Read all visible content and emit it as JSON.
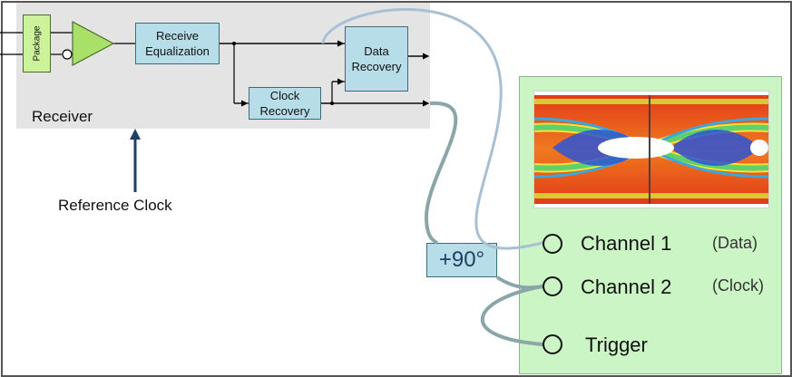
{
  "receiver": {
    "label": "Receiver",
    "package_label": "Package",
    "blocks": {
      "receive_equalization": "Receive\nEqualization",
      "data_recovery": "Data\nRecovery",
      "clock_recovery": "Clock\nRecovery"
    }
  },
  "reference_clock": {
    "label": "Reference Clock"
  },
  "phase_shift": {
    "label": "+90°"
  },
  "scope": {
    "ports": [
      {
        "label": "Channel 1",
        "note": "(Data)"
      },
      {
        "label": "Channel 2",
        "note": "(Clock)"
      },
      {
        "label": "Trigger",
        "note": ""
      }
    ]
  },
  "colors": {
    "block_fill": "#b7dde8",
    "package_fill": "#ccf29a",
    "amplifier_fill": "#a8e06a",
    "scope_fill": "#ccf5c6",
    "receiver_panel": "#e4e4e4",
    "data_cable": "#a9c0d4",
    "clock_cable": "#8aa6a8",
    "ref_arrow": "#1f3f64"
  }
}
